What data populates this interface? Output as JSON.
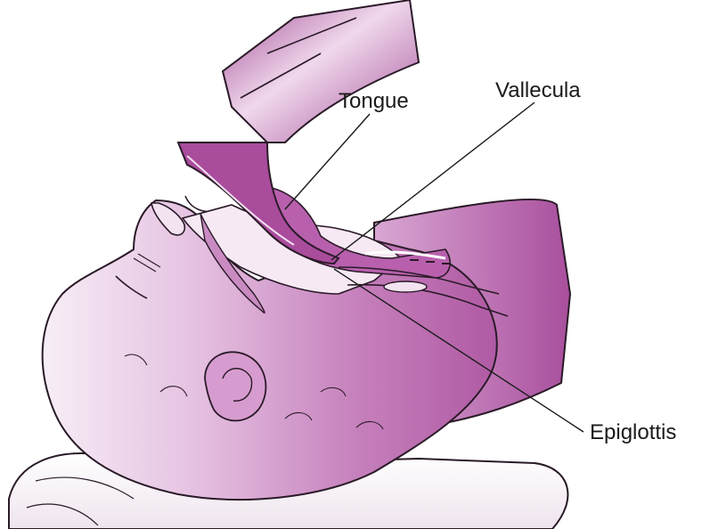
{
  "labels": {
    "tongue": "Tongue",
    "vallecula": "Vallecula",
    "epiglottis": "Epiglottis"
  },
  "colors": {
    "main_fill": "#b45aa8",
    "light_fill": "#e8c6e2",
    "pale_fill": "#f6e9f4",
    "outline": "#2a1a28"
  }
}
